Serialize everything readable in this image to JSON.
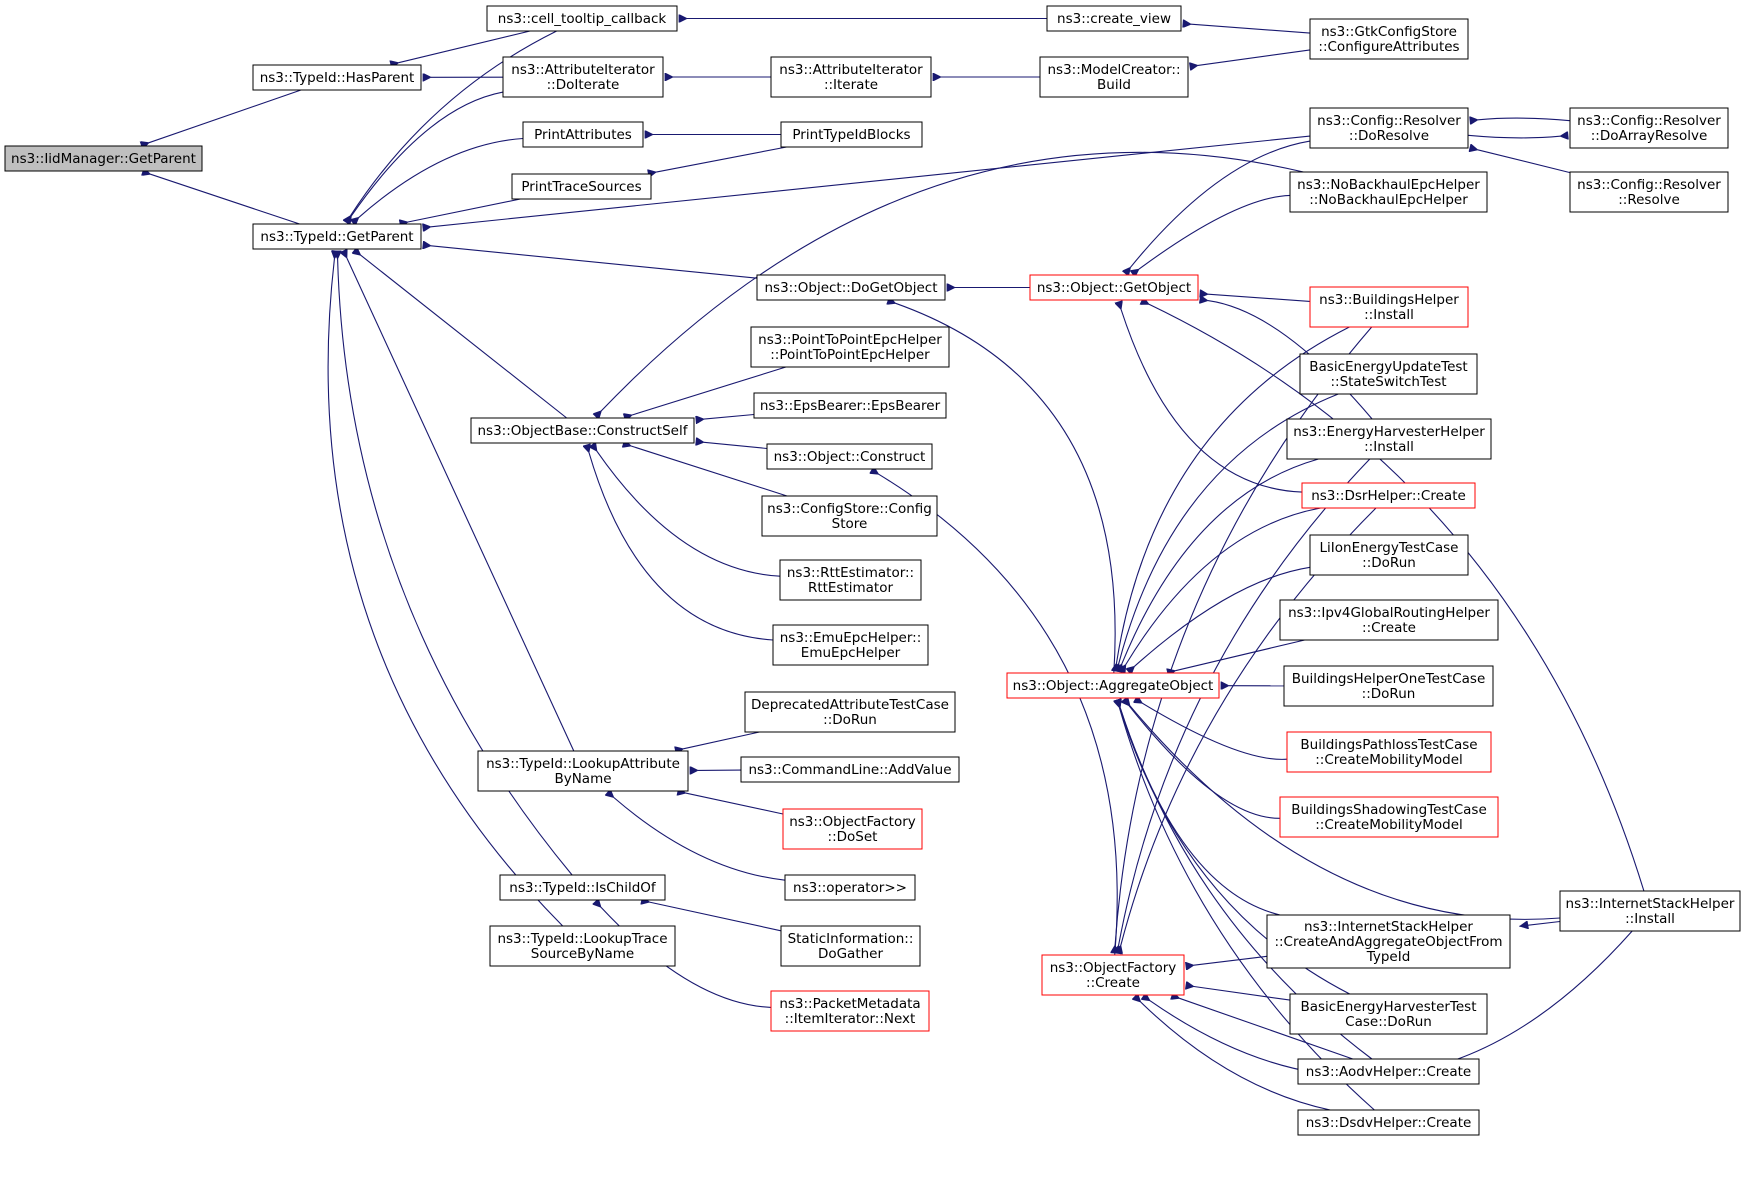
{
  "graph": {
    "colors": {
      "edge": "#191970",
      "node_border": "#000000",
      "truncated_border": "#ff0000",
      "focus_fill": "#bfbfbf",
      "background": "#ffffff"
    },
    "nodes": [
      {
        "id": "iid_getparent",
        "lines": [
          "ns3::IidManager::GetParent"
        ],
        "style": "focus"
      },
      {
        "id": "hasparent",
        "lines": [
          "ns3::TypeId::HasParent"
        ],
        "style": "normal"
      },
      {
        "id": "typeid_getparent",
        "lines": [
          "ns3::TypeId::GetParent"
        ],
        "style": "normal"
      },
      {
        "id": "cell_tooltip",
        "lines": [
          "ns3::cell_tooltip_callback"
        ],
        "style": "normal"
      },
      {
        "id": "attr_doiterate",
        "lines": [
          "ns3::AttributeIterator",
          "::DoIterate"
        ],
        "style": "normal"
      },
      {
        "id": "print_attributes",
        "lines": [
          "PrintAttributes"
        ],
        "style": "normal"
      },
      {
        "id": "print_trace",
        "lines": [
          "PrintTraceSources"
        ],
        "style": "normal"
      },
      {
        "id": "create_view",
        "lines": [
          "ns3::create_view"
        ],
        "style": "normal"
      },
      {
        "id": "attr_iterate",
        "lines": [
          "ns3::AttributeIterator",
          "::Iterate"
        ],
        "style": "normal"
      },
      {
        "id": "modelcreator_build",
        "lines": [
          "ns3::ModelCreator::",
          "Build"
        ],
        "style": "normal"
      },
      {
        "id": "gtk_configure",
        "lines": [
          "ns3::GtkConfigStore",
          "::ConfigureAttributes"
        ],
        "style": "normal"
      },
      {
        "id": "print_blocks",
        "lines": [
          "PrintTypeIdBlocks"
        ],
        "style": "normal"
      },
      {
        "id": "cfg_doresolve",
        "lines": [
          "ns3::Config::Resolver",
          "::DoResolve"
        ],
        "style": "normal"
      },
      {
        "id": "cfg_doarray",
        "lines": [
          "ns3::Config::Resolver",
          "::DoArrayResolve"
        ],
        "style": "normal"
      },
      {
        "id": "cfg_resolve",
        "lines": [
          "ns3::Config::Resolver",
          "::Resolve"
        ],
        "style": "normal"
      },
      {
        "id": "nobackhaul",
        "lines": [
          "ns3::NoBackhaulEpcHelper",
          "::NoBackhaulEpcHelper"
        ],
        "style": "normal"
      },
      {
        "id": "obj_dogetobject",
        "lines": [
          "ns3::Object::DoGetObject"
        ],
        "style": "normal"
      },
      {
        "id": "obj_getobject",
        "lines": [
          "ns3::Object::GetObject"
        ],
        "style": "truncated"
      },
      {
        "id": "buildings_install",
        "lines": [
          "ns3::BuildingsHelper",
          "::Install"
        ],
        "style": "truncated"
      },
      {
        "id": "basic_update_test",
        "lines": [
          "BasicEnergyUpdateTest",
          "::StateSwitchTest"
        ],
        "style": "normal"
      },
      {
        "id": "harvester_install",
        "lines": [
          "ns3::EnergyHarvesterHelper",
          "::Install"
        ],
        "style": "normal"
      },
      {
        "id": "dsr_create",
        "lines": [
          "ns3::DsrHelper::Create"
        ],
        "style": "truncated"
      },
      {
        "id": "lilon_dorun",
        "lines": [
          "LiIonEnergyTestCase",
          "::DoRun"
        ],
        "style": "normal"
      },
      {
        "id": "ipv4_create",
        "lines": [
          "ns3::Ipv4GlobalRoutingHelper",
          "::Create"
        ],
        "style": "normal"
      },
      {
        "id": "bldg_one_dorun",
        "lines": [
          "BuildingsHelperOneTestCase",
          "::DoRun"
        ],
        "style": "normal"
      },
      {
        "id": "bldg_pathloss",
        "lines": [
          "BuildingsPathlossTestCase",
          "::CreateMobilityModel"
        ],
        "style": "truncated"
      },
      {
        "id": "bldg_shadowing",
        "lines": [
          "BuildingsShadowingTestCase",
          "::CreateMobilityModel"
        ],
        "style": "truncated"
      },
      {
        "id": "internet_install",
        "lines": [
          "ns3::InternetStackHelper",
          "::Install"
        ],
        "style": "normal"
      },
      {
        "id": "internet_create_agg",
        "lines": [
          "ns3::InternetStackHelper",
          "::CreateAndAggregateObjectFrom",
          "TypeId"
        ],
        "style": "normal"
      },
      {
        "id": "basic_harvester_dorun",
        "lines": [
          "BasicEnergyHarvesterTest",
          "Case::DoRun"
        ],
        "style": "normal"
      },
      {
        "id": "aodv_create",
        "lines": [
          "ns3::AodvHelper::Create"
        ],
        "style": "normal"
      },
      {
        "id": "dsdv_create",
        "lines": [
          "ns3::DsdvHelper::Create"
        ],
        "style": "normal"
      },
      {
        "id": "obj_aggregate",
        "lines": [
          "ns3::Object::AggregateObject"
        ],
        "style": "truncated"
      },
      {
        "id": "objfactory_create",
        "lines": [
          "ns3::ObjectFactory",
          "::Create"
        ],
        "style": "truncated"
      },
      {
        "id": "objbase_construct",
        "lines": [
          "ns3::ObjectBase::ConstructSelf"
        ],
        "style": "normal"
      },
      {
        "id": "p2p_epc",
        "lines": [
          "ns3::PointToPointEpcHelper",
          "::PointToPointEpcHelper"
        ],
        "style": "normal"
      },
      {
        "id": "eps_bearer",
        "lines": [
          "ns3::EpsBearer::EpsBearer"
        ],
        "style": "normal"
      },
      {
        "id": "obj_construct",
        "lines": [
          "ns3::Object::Construct"
        ],
        "style": "normal"
      },
      {
        "id": "configstore",
        "lines": [
          "ns3::ConfigStore::Config",
          "Store"
        ],
        "style": "normal"
      },
      {
        "id": "rtt_estimator",
        "lines": [
          "ns3::RttEstimator::",
          "RttEstimator"
        ],
        "style": "normal"
      },
      {
        "id": "emu_epc",
        "lines": [
          "ns3::EmuEpcHelper::",
          "EmuEpcHelper"
        ],
        "style": "normal"
      },
      {
        "id": "lookup_attr",
        "lines": [
          "ns3::TypeId::LookupAttribute",
          "ByName"
        ],
        "style": "normal"
      },
      {
        "id": "deprecated_dorun",
        "lines": [
          "DeprecatedAttributeTestCase",
          "::DoRun"
        ],
        "style": "normal"
      },
      {
        "id": "cmdline_addvalue",
        "lines": [
          "ns3::CommandLine::AddValue"
        ],
        "style": "normal"
      },
      {
        "id": "objfactory_doset",
        "lines": [
          "ns3::ObjectFactory",
          "::DoSet"
        ],
        "style": "truncated"
      },
      {
        "id": "operator_rshift",
        "lines": [
          "ns3::operator>>"
        ],
        "style": "normal"
      },
      {
        "id": "ischildof",
        "lines": [
          "ns3::TypeId::IsChildOf"
        ],
        "style": "normal"
      },
      {
        "id": "lookup_trace",
        "lines": [
          "ns3::TypeId::LookupTrace",
          "SourceByName"
        ],
        "style": "normal"
      },
      {
        "id": "static_gather",
        "lines": [
          "StaticInformation::",
          "DoGather"
        ],
        "style": "normal"
      },
      {
        "id": "packet_next",
        "lines": [
          "ns3::PacketMetadata",
          "::ItemIterator::Next"
        ],
        "style": "truncated"
      }
    ]
  }
}
